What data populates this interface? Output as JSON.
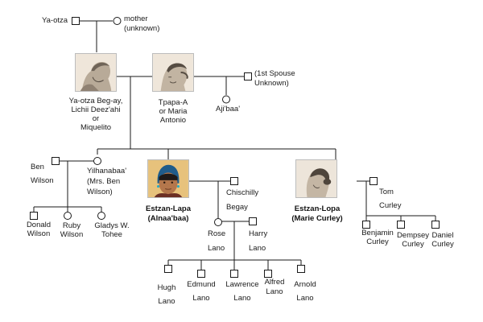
{
  "people": {
    "ya_otza": "Ya-otza",
    "mother_unknown": [
      "mother",
      "(unknown)"
    ],
    "ya_otza_begay": [
      "Ya-otza Beg-ay,",
      "Lichii Deez'ahi",
      "or",
      "Miquelito"
    ],
    "tpapa": [
      "Tpapa-A",
      "or Maria",
      "Antonio"
    ],
    "first_spouse": [
      "(1st Spouse",
      "Unknown)"
    ],
    "ajibaa": "Aji'baa'",
    "ben_wilson": [
      "Ben",
      "Wilson"
    ],
    "yilhanabaa": [
      "Yilhanabaa'",
      "(Mrs. Ben",
      "Wilson)"
    ],
    "estzan_alnaa": [
      "Estzan-Lapa",
      "(Alnaa'baa)"
    ],
    "chischilly": [
      "Chischilly",
      "Begay"
    ],
    "estzan_marie": [
      "Estzan-Lopa",
      "(Marie Curley)"
    ],
    "tom_curley": [
      "Tom",
      "Curley"
    ],
    "donald": [
      "Donald",
      "Wilson"
    ],
    "ruby": [
      "Ruby",
      "Wilson"
    ],
    "gladys": [
      "Gladys W.",
      "Tohee"
    ],
    "rose_lano": [
      "Rose",
      "Lano"
    ],
    "harry_lano": [
      "Harry",
      "Lano"
    ],
    "benjamin": [
      "Benjamin",
      "Curley"
    ],
    "dempsey": [
      "Dempsey",
      "Curley"
    ],
    "daniel": [
      "Daniel",
      "Curley"
    ],
    "hugh": [
      "Hugh",
      "Lano"
    ],
    "edmund": [
      "Edmund",
      "Lano"
    ],
    "lawrence": [
      "Lawrence",
      "Lano"
    ],
    "alfred": [
      "Alfred",
      "Lano"
    ],
    "arnold": [
      "Arnold",
      "Lano"
    ]
  },
  "colors": {
    "line": "#1a1a1a",
    "symbol_fill": "#ffffff"
  },
  "icons": {
    "male": "square-male-symbol",
    "female": "circle-female-symbol",
    "photo_sketch": "sepia-portrait-sketch",
    "photo_color": "color-portrait"
  }
}
